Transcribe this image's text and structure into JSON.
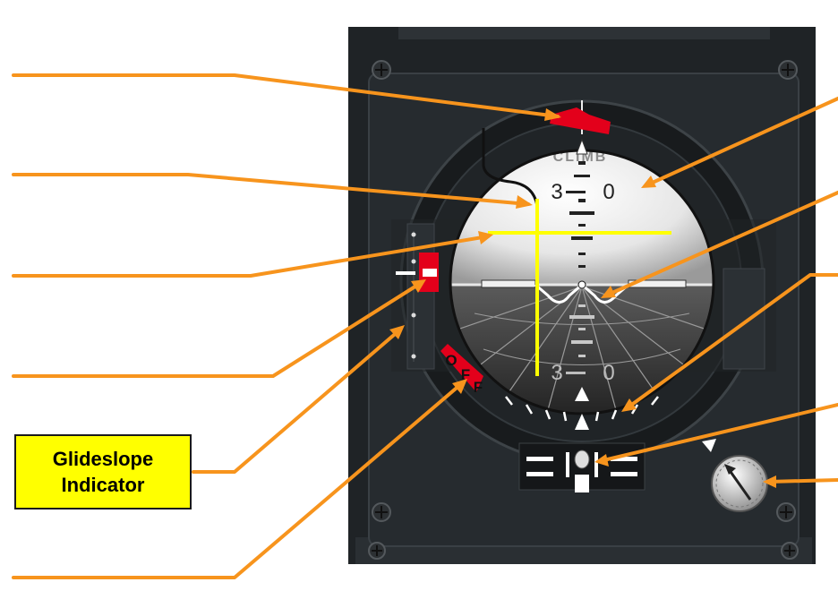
{
  "diagram": {
    "callout_label": {
      "line1": "Glideslope",
      "line2": "Indicator"
    },
    "instrument": {
      "sky_text": "CLIMB",
      "pitch_upper_left": "3",
      "pitch_upper_right": "0",
      "pitch_lower_left": "3",
      "pitch_lower_right": "0",
      "off_flag": [
        "O",
        "F",
        "F"
      ]
    },
    "colors": {
      "callout_line": "#f7941d",
      "steering_bar": "#ffff00",
      "warning_flag": "#e3001b",
      "label_background": "#ffff00"
    }
  }
}
